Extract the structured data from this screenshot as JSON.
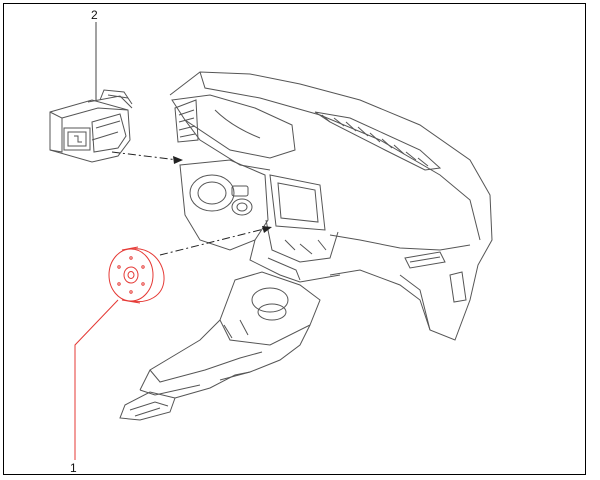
{
  "diagram": {
    "callouts": [
      {
        "id": "1",
        "label": "1"
      },
      {
        "id": "2",
        "label": "2"
      }
    ],
    "colors": {
      "line": "#444444",
      "highlight": "#e53935",
      "frame": "#000000"
    },
    "parts": {
      "switch_panel": "switch-module-icon",
      "rotary_knob": "rotary-knob-icon",
      "dashboard": "dashboard-assembly"
    }
  }
}
